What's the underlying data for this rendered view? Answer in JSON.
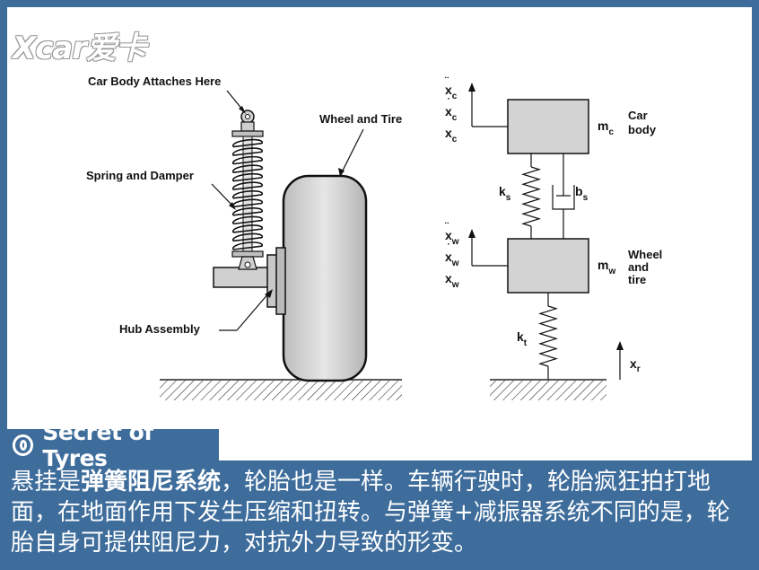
{
  "logo": "Xcar爱卡",
  "tag": {
    "icon": "tyre-icon",
    "text": "Secret of Tyres"
  },
  "caption": {
    "part1": "悬挂是",
    "bold": "弹簧阻尼系统",
    "part2": "，轮胎也是一样。车辆行驶时，轮胎疯狂拍打地面，在地面作用下发生压缩和扭转。与弹簧+减振器系统不同的是，轮胎自身可提供阻尼力，对抗外力导致的形变。"
  },
  "left_diagram": {
    "car_body_label": "Car Body Attaches Here",
    "spring_label": "Spring and Damper",
    "wheel_label": "Wheel and Tire",
    "hub_label": "Hub Assembly"
  },
  "right_diagram": {
    "xc_ddot": "x",
    "xc_dot": "x",
    "xc": "x",
    "c": "c",
    "mc": "m",
    "mc_sub": "c",
    "car_body": [
      "Car",
      "body"
    ],
    "ks": "k",
    "ks_sub": "s",
    "bs": "b",
    "bs_sub": "s",
    "xw_ddot": "x",
    "xw_dot": "x",
    "xw": "x",
    "w": "w",
    "mw": "m",
    "mw_sub": "w",
    "wheel_tire": [
      "Wheel",
      "and",
      "tire"
    ],
    "kt": "k",
    "kt_sub": "t",
    "xr": "x",
    "xr_sub": "r"
  },
  "colors": {
    "frame": "#3e6d9c",
    "mass_fill": "#d3d3d3",
    "tire": "#d8d8d8"
  }
}
